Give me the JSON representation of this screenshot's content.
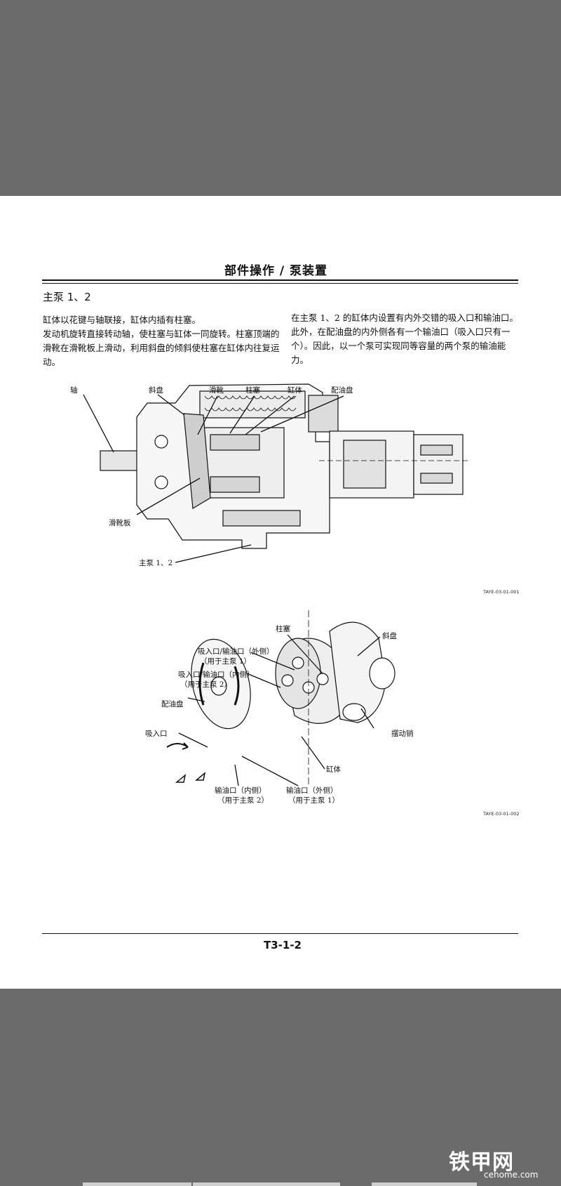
{
  "header": {
    "title": "部件操作 / 泵装置"
  },
  "section": {
    "title": "主泵 1、2"
  },
  "left_text": {
    "lines": [
      "缸体以花键与轴联接，缸体内插有柱塞。",
      "发动机旋转直接转动轴，使柱塞与缸体一同旋转。柱塞顶端的滑靴在滑靴板上滑动，利用斜盘的倾斜使柱塞在缸体内往复运动。"
    ]
  },
  "right_text": {
    "lines": [
      "在主泵 1、2 的缸体内设置有内外交错的吸入口和输油口。此外，在配油盘的内外侧各有一个输油口（吸入口只有一个）。因此，以一个泵可实现同等容量的两个泵的输油能力。"
    ]
  },
  "figure1": {
    "labels": {
      "shaft": "轴",
      "swash_plate": "斜盘",
      "shoe": "滑靴",
      "plunger": "柱塞",
      "cylinder": "缸体",
      "valve_plate": "配油盘",
      "shoe_plate": "滑靴板",
      "main_pump": "主泵 1、2"
    },
    "code": "TAYE-03-01-001"
  },
  "figure2": {
    "labels": {
      "plunger": "柱塞",
      "swash_plate": "斜盘",
      "port_outer_1": "吸入口/输油口（外侧）",
      "port_outer_2": "（用于主泵 1）",
      "port_inner_1": "吸入口/输油口（内侧）",
      "port_inner_2": "（用于主泵 2）",
      "valve_plate": "配油盘",
      "suction_port": "吸入口",
      "pivot_pin": "摆动销",
      "cylinder": "缸体",
      "outlet_inner_1": "输油口（内侧）",
      "outlet_inner_2": "（用于主泵 2）",
      "outlet_outer_1": "输油口（外侧）",
      "outlet_outer_2": "（用于主泵 1）"
    },
    "code": "TAYE-03-01-002"
  },
  "footer": {
    "page_number": "T3-1-2"
  },
  "watermark": {
    "brand": "铁甲网",
    "url": "cehome.com"
  }
}
